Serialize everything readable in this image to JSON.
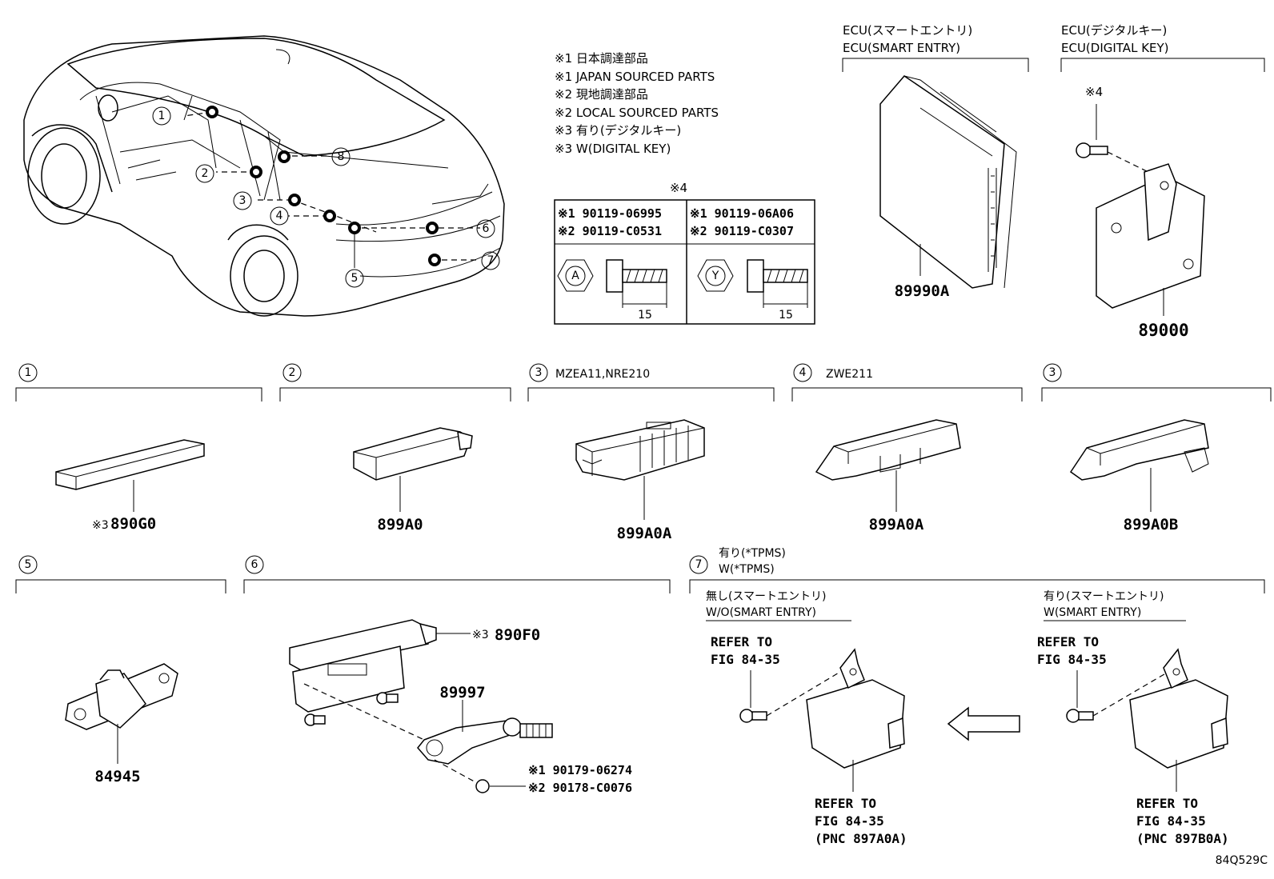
{
  "notes": [
    "※1 日本調達部品",
    "※1 JAPAN SOURCED PARTS",
    "※2 現地調達部品",
    "※2 LOCAL SOURCED PARTS",
    "※3 有り(デジタルキー)",
    "※3 W(DIGITAL KEY)"
  ],
  "bolt_table": {
    "title": "※4",
    "left": {
      "code1": "※1 90119-06995",
      "code2": "※2 90119-C0531",
      "head_mark": "A",
      "length": "15"
    },
    "right": {
      "code1": "※1 90119-06A06",
      "code2": "※2 90119-C0307",
      "head_mark": "Y",
      "length": "15"
    }
  },
  "ecu_smart": {
    "title_jp": "ECU(スマートエントリ)",
    "title_en": "ECU(SMART ENTRY)",
    "part": "89990A"
  },
  "ecu_digital": {
    "title_jp": "ECU(デジタルキー)",
    "title_en": "ECU(DIGITAL KEY)",
    "screw_note": "※4",
    "part": "89000"
  },
  "car_callouts": [
    "1",
    "2",
    "3",
    "4",
    "5",
    "6",
    "7",
    "8"
  ],
  "row2": [
    {
      "num": "1",
      "label": "",
      "note": "※3",
      "part": "890G0"
    },
    {
      "num": "2",
      "label": "",
      "note": "",
      "part": "899A0"
    },
    {
      "num": "3",
      "label": "MZEA11,NRE210",
      "note": "",
      "part": "899A0A"
    },
    {
      "num": "4",
      "label": "ZWE211",
      "note": "",
      "part": "899A0A"
    },
    {
      "num": "3",
      "label": "",
      "note": "",
      "part": "899A0B"
    }
  ],
  "sec5": {
    "num": "5",
    "part": "84945"
  },
  "sec6": {
    "num": "6",
    "part_a_note": "※3",
    "part_a": "890F0",
    "part_b": "89997",
    "nut1": "※1 90179-06274",
    "nut2": "※2 90178-C0076"
  },
  "sec7": {
    "num": "7",
    "title_jp": "有り(*TPMS)",
    "title_en": "W(*TPMS)",
    "wo": {
      "title_jp": "無し(スマートエントリ)",
      "title_en": "W/O(SMART ENTRY)",
      "refer1": "REFER TO",
      "refer2": "FIG 84-35",
      "refer3": "REFER TO",
      "refer4": "FIG 84-35",
      "refer5": "(PNC 897A0A)"
    },
    "w": {
      "title_jp": "有り(スマートエントリ)",
      "title_en": "W(SMART ENTRY)",
      "refer1": "REFER TO",
      "refer2": "FIG 84-35",
      "refer3": "REFER TO",
      "refer4": "FIG 84-35",
      "refer5": "(PNC 897B0A)"
    }
  },
  "figure_code": "84Q529C"
}
